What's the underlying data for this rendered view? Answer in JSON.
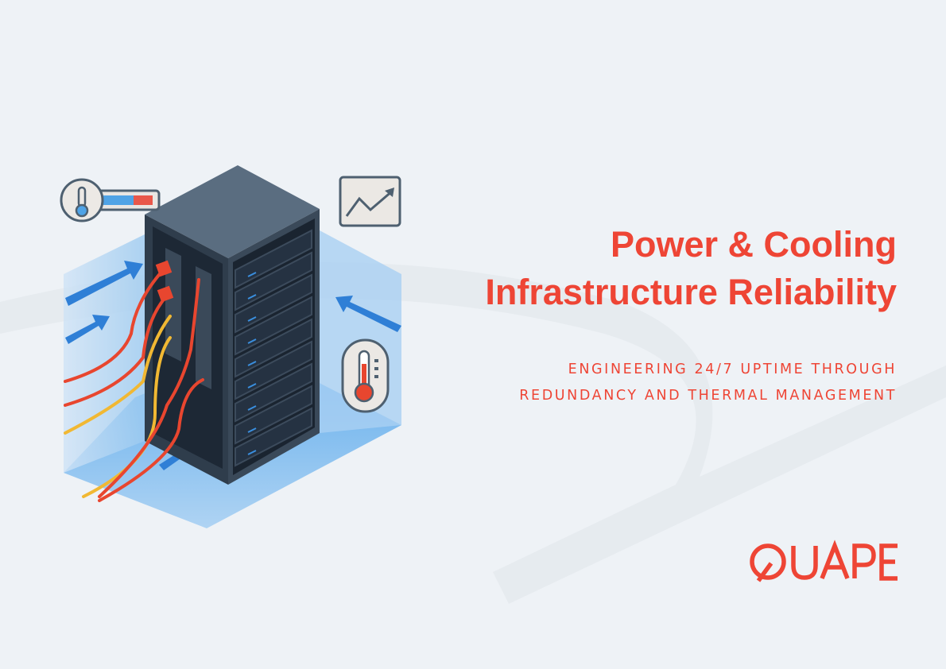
{
  "title": {
    "line1": "Power & Cooling",
    "line2": "Infrastructure Reliability"
  },
  "subtitle": {
    "line1": "ENGINEERING 24/7 UPTIME THROUGH",
    "line2": "REDUNDANCY AND THERMAL MANAGEMENT"
  },
  "logo": {
    "text": "QUAPE"
  },
  "colors": {
    "accent": "#ee4535",
    "background": "#eef2f6",
    "rack": "#2f3d4c",
    "airflow": "#3a8fe0"
  },
  "icons": [
    "thermometer-gauge-icon",
    "trend-chart-icon",
    "thermometer-icon",
    "server-rack-icon",
    "airflow-arrow-icon"
  ]
}
